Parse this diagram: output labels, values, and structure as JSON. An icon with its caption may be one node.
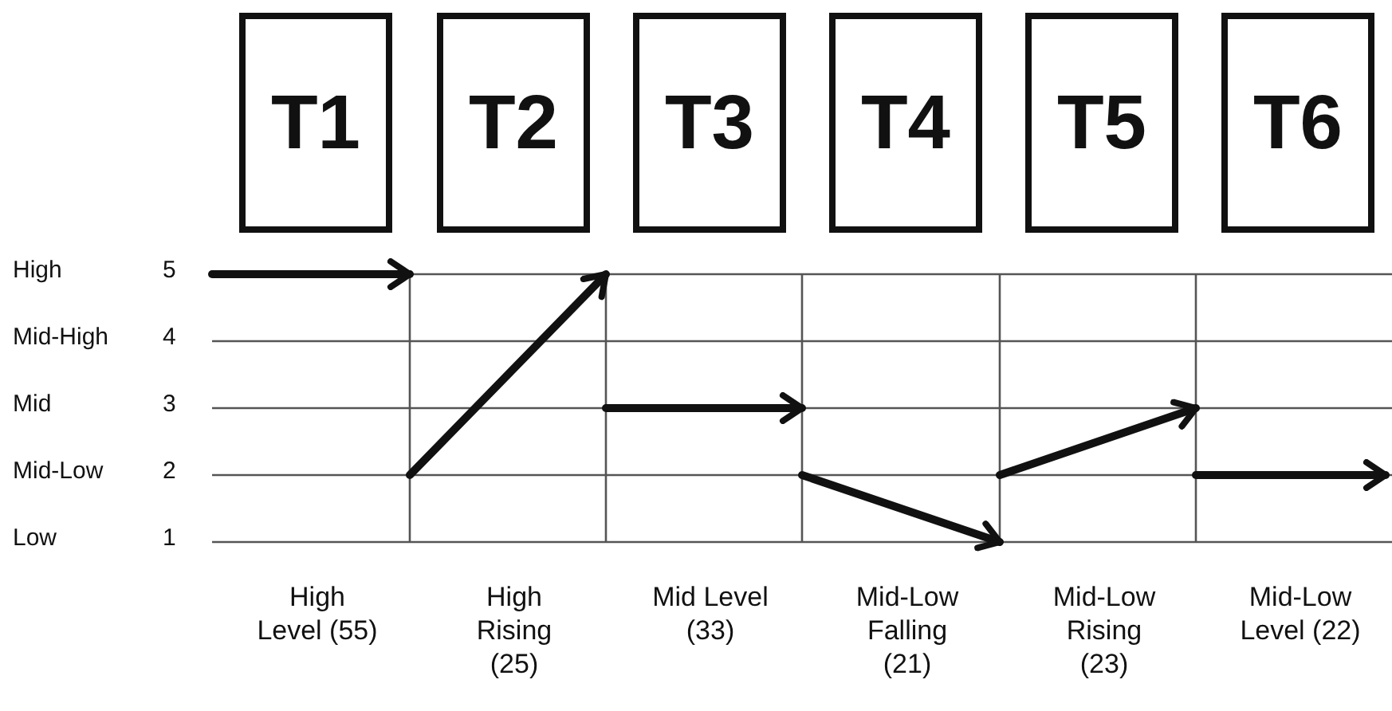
{
  "diagram": {
    "nodes": [
      {
        "text": [
          "T1"
        ]
      },
      {
        "text": [
          "T2"
        ]
      },
      {
        "text": [
          "T3"
        ]
      },
      {
        "text": [
          "T4"
        ]
      },
      {
        "text": [
          "T5"
        ]
      },
      {
        "text": [
          "T6"
        ]
      }
    ],
    "labels": [
      "High",
      "5",
      "Mid-High",
      "4",
      "Mid",
      "3",
      "Mid-Low",
      "2",
      "Low",
      "1",
      "High Level (55)",
      "High Rising (25)",
      "Mid Level (33)",
      "Mid-Low Falling (21)",
      "Mid-Low Rising (23)",
      "Mid-Low Level (22)"
    ]
  }
}
